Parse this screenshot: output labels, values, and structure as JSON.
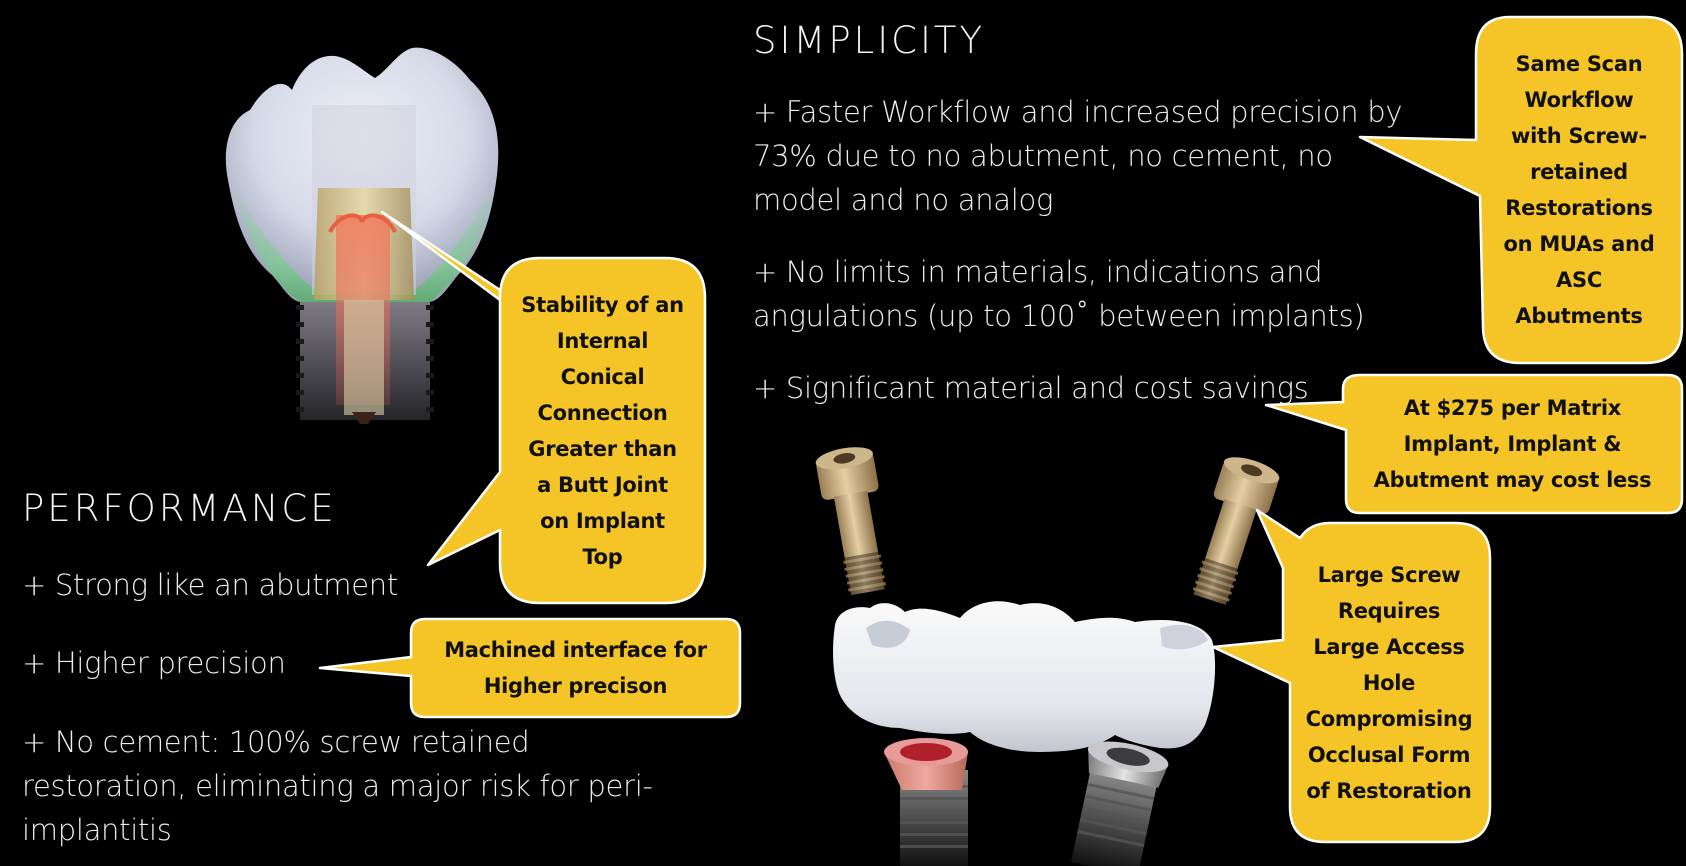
{
  "colors": {
    "background": "#000000",
    "callout_fill": "#F5C528",
    "callout_border": "#FFFFFF",
    "callout_text": "#111111",
    "body_text": "#EDEDED"
  },
  "performance": {
    "heading": "PERFORMANCE",
    "bullets": [
      "+ Strong like an abutment",
      "+ Higher precision",
      "+ No cement: 100% screw retained restoration, eliminating a major risk for peri-implantitis"
    ],
    "bullet3_lines": [
      "+ No cement: 100% screw retained",
      "restoration, eliminating a major risk for peri-",
      "implantitis"
    ]
  },
  "simplicity": {
    "heading": "SIMPLICITY",
    "bullet1_lines": [
      "+ Faster Workflow and increased precision by",
      "73% due to no abutment, no cement, no",
      "model and no analog"
    ],
    "bullet2_lines": [
      "+ No limits in materials, indications and",
      "angulations (up to 100˚ between implants)"
    ],
    "bullet3_lines": [
      "+ Significant material and cost savings"
    ]
  },
  "callouts": {
    "stability": {
      "lines": [
        "Stability of an",
        "Internal",
        "Conical",
        "Connection",
        "Greater than",
        "a Butt Joint",
        "on Implant",
        "Top"
      ]
    },
    "machined": {
      "lines": [
        "Machined interface for",
        "Higher precison"
      ]
    },
    "same_scan": {
      "lines": [
        "Same Scan",
        "Workflow",
        "with Screw-",
        "retained",
        "Restorations",
        "on MUAs and",
        "ASC",
        "Abutments"
      ]
    },
    "cost": {
      "lines": [
        "At $275 per Matrix",
        "Implant, Implant &",
        "Abutment may cost less"
      ]
    },
    "large_screw": {
      "lines": [
        "Large Screw",
        "Requires",
        "Large Access",
        "Hole",
        "Compromising",
        "Occlusal Form",
        "of Restoration"
      ]
    }
  },
  "images": {
    "implant_crown_cross_section": "implant-crown-cross-section",
    "bridge_with_screws_and_implants": "bridge-with-screws-and-implants"
  }
}
